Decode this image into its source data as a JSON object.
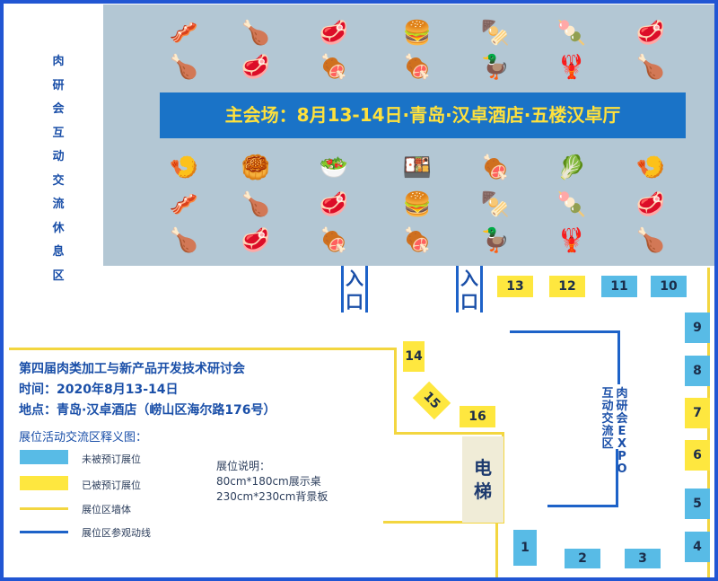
{
  "main_hall": {
    "banner": "主会场：8月13-14日·青岛·汉卓酒店·五楼汉卓厅",
    "food_rows": [
      [
        "🥓",
        "🍗",
        "🥩",
        "🍔",
        "🍢",
        "🍡",
        "🥩"
      ],
      [
        "🍗",
        "🥩",
        "🍖",
        "🍖",
        "🦆",
        "🦞",
        "🍗"
      ],
      [
        "🍤",
        "🥮",
        "🥗",
        "🍱",
        "🍖",
        "🥬",
        "🍤"
      ],
      [
        "🥓",
        "🍗",
        "🥩",
        "🍔",
        "🍢",
        "🍡",
        "🥩"
      ],
      [
        "🍗",
        "🥩",
        "🍖",
        "🍖",
        "🦆",
        "🦞",
        "🍗"
      ]
    ]
  },
  "rest_area": {
    "label": "肉研会互动交流休息区"
  },
  "entrances": {
    "label": "入口"
  },
  "booths": [
    {
      "id": "13",
      "status": "booked"
    },
    {
      "id": "12",
      "status": "booked"
    },
    {
      "id": "11",
      "status": "open"
    },
    {
      "id": "10",
      "status": "open"
    },
    {
      "id": "9",
      "status": "open"
    },
    {
      "id": "8",
      "status": "open"
    },
    {
      "id": "7",
      "status": "booked"
    },
    {
      "id": "6",
      "status": "booked"
    },
    {
      "id": "5",
      "status": "open"
    },
    {
      "id": "4",
      "status": "open"
    },
    {
      "id": "3",
      "status": "open"
    },
    {
      "id": "2",
      "status": "open"
    },
    {
      "id": "1",
      "status": "open"
    },
    {
      "id": "14",
      "status": "booked"
    },
    {
      "id": "15",
      "status": "booked"
    },
    {
      "id": "16",
      "status": "booked"
    }
  ],
  "elevator": {
    "label": "电梯"
  },
  "expo": {
    "line1": "肉研会EXPO",
    "line2": "互动交流区"
  },
  "info": {
    "title": "第四届肉类加工与新产品开发技术研讨会",
    "time": "时间：2020年8月13-14日",
    "place": "地点：青岛·汉卓酒店（崂山区海尔路176号）",
    "legend_title": "展位活动交流区释义图：",
    "legend": {
      "open": "未被预订展位",
      "booked": "已被预订展位",
      "wall": "展位区墙体",
      "route": "展位区参观动线"
    },
    "booth_desc": {
      "title": "展位说明：",
      "line1": "80cm*180cm展示桌",
      "line2": "230cm*230cm背景板"
    }
  },
  "colors": {
    "frame": "#2156d3",
    "hall_bg": "#b3c7d4",
    "banner_bg": "#1a73c7",
    "banner_text": "#ffe13c",
    "booth_open": "#58bbe6",
    "booth_booked": "#fee73f",
    "wall": "#f3d640",
    "route": "#1d62c8"
  }
}
